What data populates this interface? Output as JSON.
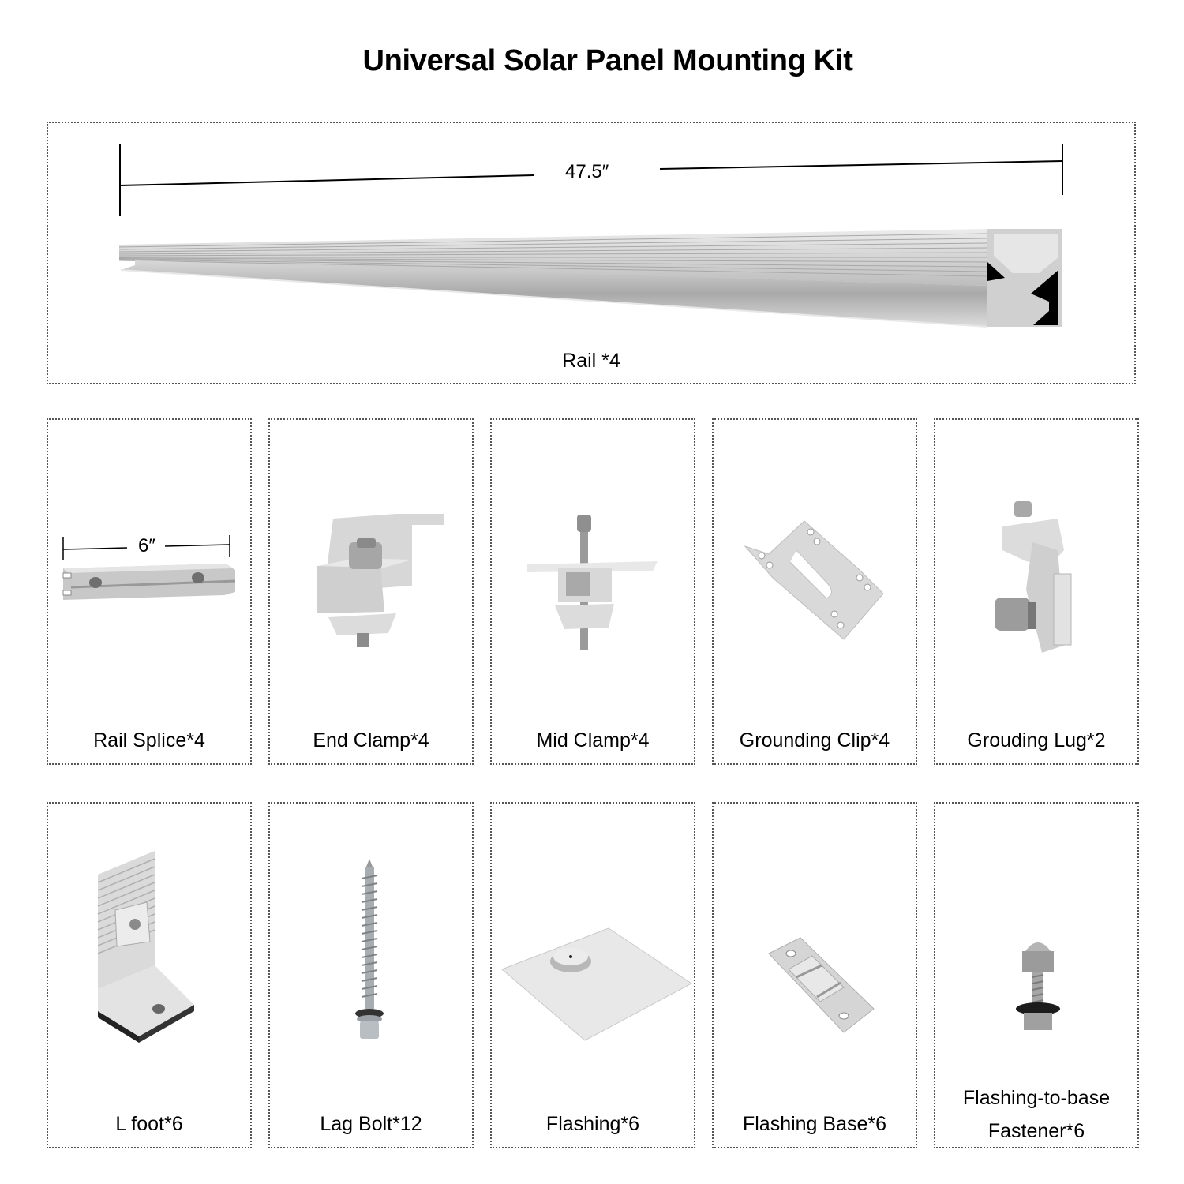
{
  "title": "Universal Solar Panel Mounting Kit",
  "rail": {
    "dimension": "47.5″",
    "label": "Rail *4"
  },
  "parts_row_1": [
    {
      "label": "Rail Splice*4",
      "dimension": "6″",
      "icon": "rail-splice-image"
    },
    {
      "label": "End Clamp*4",
      "icon": "end-clamp-image"
    },
    {
      "label": "Mid Clamp*4",
      "icon": "mid-clamp-image"
    },
    {
      "label": "Grounding Clip*4",
      "icon": "grounding-clip-image"
    },
    {
      "label": "Grouding Lug*2",
      "icon": "grounding-lug-image"
    }
  ],
  "parts_row_2": [
    {
      "label": "L foot*6",
      "icon": "l-foot-image"
    },
    {
      "label": "Lag Bolt*12",
      "icon": "lag-bolt-image"
    },
    {
      "label": "Flashing*6",
      "icon": "flashing-image"
    },
    {
      "label": "Flashing Base*6",
      "icon": "flashing-base-image"
    },
    {
      "label_line_1": "Flashing-to-base",
      "label_line_2": "Fastener*6",
      "icon": "fastener-image"
    }
  ],
  "colors": {
    "border": "#555555",
    "aluminum_light": "#e4e4e4",
    "aluminum_mid": "#c6c6c6",
    "aluminum_dark": "#9a9a9a",
    "text": "#000000"
  }
}
